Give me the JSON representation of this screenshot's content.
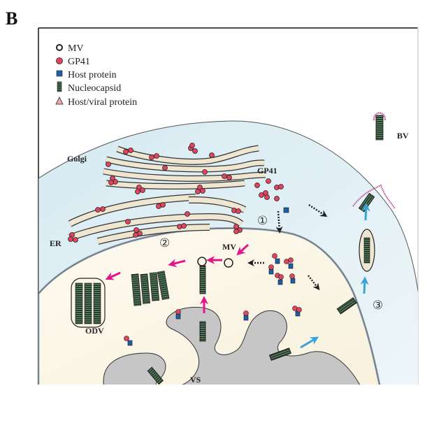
{
  "panel_label": "B",
  "legend": [
    {
      "symbol": "open-circle",
      "label": "MV"
    },
    {
      "symbol": "red-circle",
      "label": "GP41"
    },
    {
      "symbol": "blue-square",
      "label": "Host protein"
    },
    {
      "symbol": "nucleocapsid",
      "label": "Nucleocapsid"
    },
    {
      "symbol": "pink-triangle",
      "label": "Host/viral protein"
    }
  ],
  "labels": {
    "golgi": "Golgi",
    "er": "ER",
    "gp41": "GP41",
    "mv": "MV",
    "odv": "ODV",
    "vs": "VS",
    "bv": "BV"
  },
  "steps": [
    "①",
    "②",
    "③"
  ],
  "colors": {
    "cytoplasm": "#e4f1f6",
    "nucleus": "#fbf6e6",
    "organelle": "#efe6d2",
    "gp41": "#e0455f",
    "host_protein": "#1f5fa8",
    "nucleocapsid": "#2f4a36",
    "magenta_arrow": "#e2158a",
    "blue_arrow": "#3aa2dc",
    "virogenic_stroma": "#c6c6c6",
    "envelope_spikes": "#c04a9a"
  }
}
